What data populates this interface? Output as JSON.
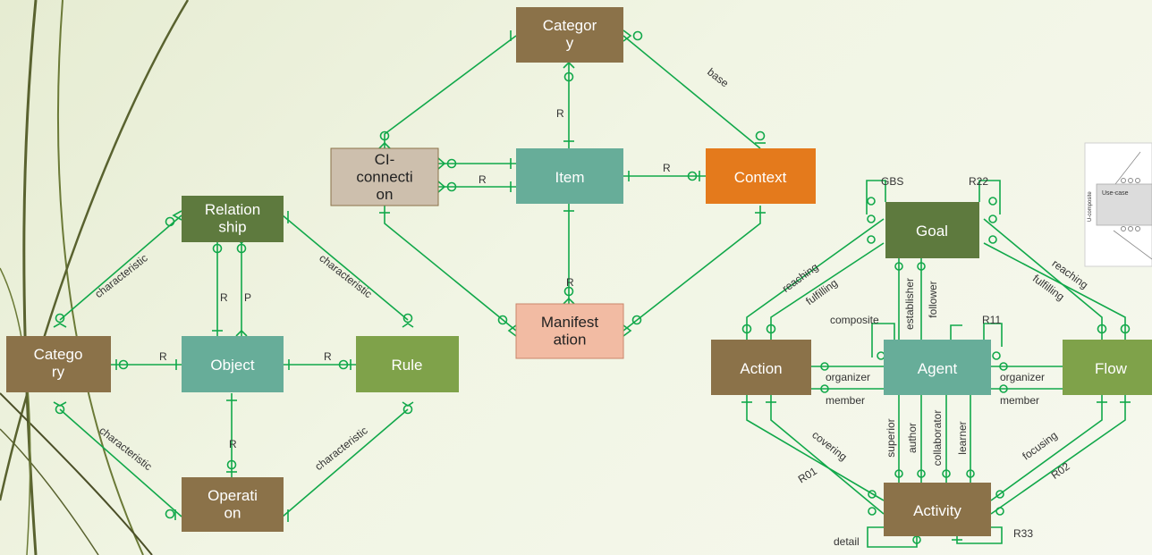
{
  "colors": {
    "line": "#11a84a",
    "olive": "#5e7a3e",
    "brown": "#8b7249",
    "teal": "#67ad99",
    "green": "#7fa24a",
    "orange": "#e47a1c",
    "salmon": "#f2bba3",
    "tan": "#cdbfad"
  },
  "left_diagram": {
    "entities": {
      "relationship": "Relation ship",
      "category": "Catego ry",
      "object": "Object",
      "rule": "Rule",
      "operation": "Operati on"
    },
    "labels": {
      "char_tl": "characteristic",
      "char_tr": "characteristic",
      "char_bl": "characteristic",
      "char_br": "characteristic",
      "r_rel": "R",
      "p_rel": "P",
      "r_cat": "R",
      "r_rule": "R",
      "r_op": "R"
    }
  },
  "center_diagram": {
    "entities": {
      "category": "Categor y",
      "ci_connection": "CI- connecti on",
      "item": "Item",
      "context": "Context",
      "manifestation": "Manifest ation"
    },
    "labels": {
      "base": "base",
      "r_cat": "R",
      "r_ci": "R",
      "r_ctx": "R",
      "r_man": "R"
    }
  },
  "right_diagram": {
    "entities": {
      "goal": "Goal",
      "action": "Action",
      "agent": "Agent",
      "flow": "Flow",
      "activity": "Activity"
    },
    "labels": {
      "gbs": "GBS",
      "r22": "R22",
      "reaching_l": "reaching",
      "fulfilling_l": "fulfilling",
      "reaching_r": "reaching",
      "fulfilling_r": "fulfilling",
      "establisher": "establisher",
      "follower": "follower",
      "composite": "composite",
      "r11": "R11",
      "organizer_l": "organizer",
      "member_l": "member",
      "organizer_r": "organizer",
      "member_r": "member",
      "covering": "covering",
      "r01": "R01",
      "superior": "superior",
      "author": "author",
      "collaborator": "collaborator",
      "learner": "learner",
      "focusing": "focusing",
      "r02": "R02",
      "detail": "detail",
      "r33": "R33"
    }
  },
  "thumbnail": {
    "use_case": "Use-case",
    "u_composite": "U-composite"
  }
}
